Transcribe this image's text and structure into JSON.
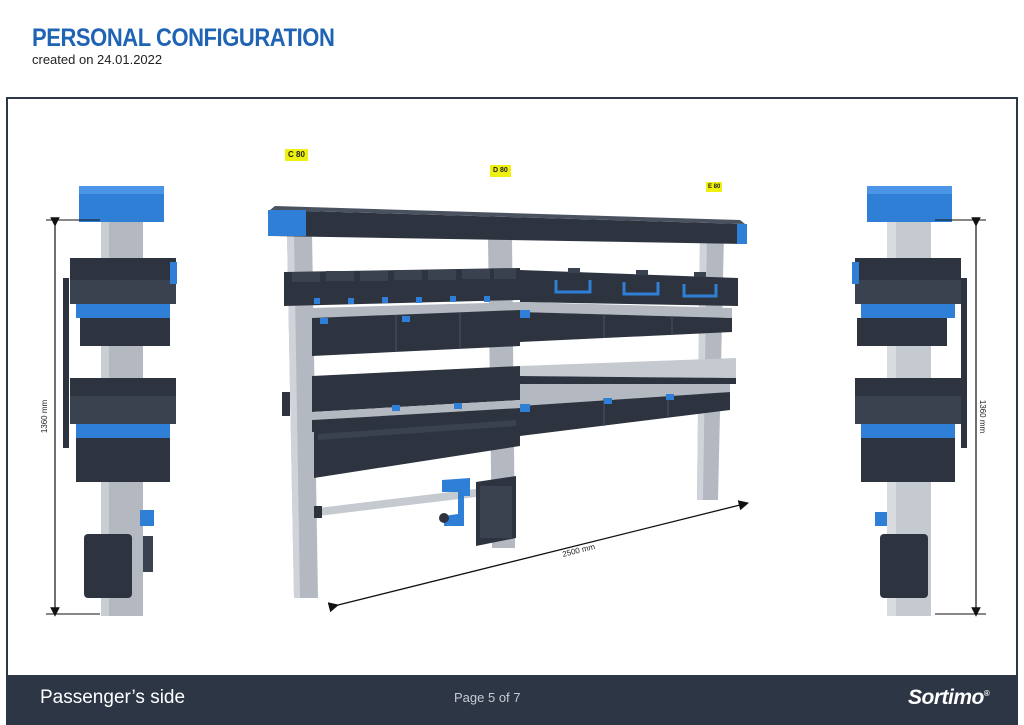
{
  "header": {
    "title": "PERSONAL CONFIGURATION",
    "subtitle": "created on 24.01.2022"
  },
  "labels": {
    "c": "C 80",
    "d": "D 80",
    "e": "E 80"
  },
  "dimensions": {
    "height_left": "1360 mm",
    "height_right": "1360 mm",
    "width": "2500 mm"
  },
  "footer": {
    "side": "Passenger’s side",
    "page": "Page 5 of 7",
    "logo": "Sortimo"
  },
  "colors": {
    "title": "#1f63b4",
    "accent_blue": "#2f7fd6",
    "case_dark": "#2d3440",
    "upright": "#b5bac3",
    "footer_bg": "#2c3645"
  }
}
